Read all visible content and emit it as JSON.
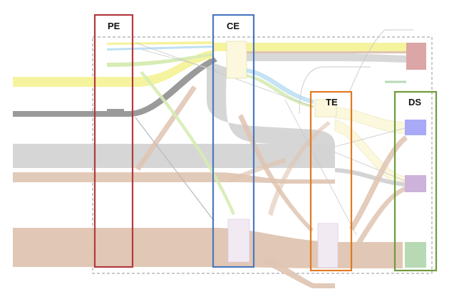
{
  "groups": {
    "pe": {
      "label": "PE",
      "color": "#b23a3e"
    },
    "ce": {
      "label": "CE",
      "color": "#4a78c0"
    },
    "te": {
      "label": "TE",
      "color": "#e07a22"
    },
    "ds": {
      "label": "DS",
      "color": "#6f9a3c"
    }
  },
  "flow_colors": {
    "yellow": "#f6f29a",
    "gray": "#d4d4d4",
    "dark_gray": "#9a9a9a",
    "tan": "#dfc4b1",
    "light_blue": "#bfe0f3",
    "light_green": "#d6ecb4",
    "cream": "#fbf8de"
  },
  "node_colors": {
    "pink": "#dca5a6",
    "blue": "#a8a9f7",
    "purple": "#cdb2dc",
    "green": "#b7d9b4",
    "lavender": "#f2eaf3"
  }
}
